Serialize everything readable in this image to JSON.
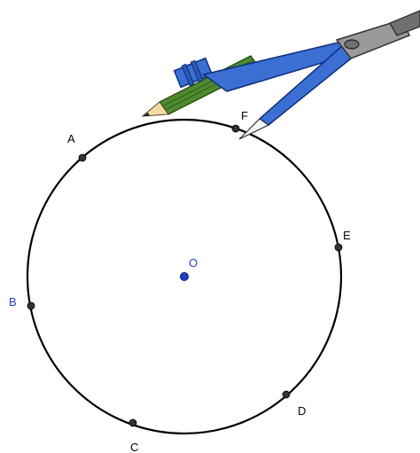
{
  "diagram": {
    "circle": {
      "stroke": "#000000"
    },
    "center": {
      "label": "O",
      "color": "#1f3fbf"
    },
    "points": [
      {
        "label": "A",
        "color": "#000000"
      },
      {
        "label": "B",
        "color": "#1f3fbf"
      },
      {
        "label": "C",
        "color": "#000000"
      },
      {
        "label": "D",
        "color": "#000000"
      },
      {
        "label": "E",
        "color": "#000000"
      },
      {
        "label": "F",
        "color": "#000000"
      }
    ],
    "compass": {
      "arm_color": "#3b6fd4",
      "hinge_color": "#808080",
      "pencil_color": "#4f8a2f",
      "pencil_tip_color": "#f2d9a6",
      "icon": "compass-icon"
    }
  }
}
